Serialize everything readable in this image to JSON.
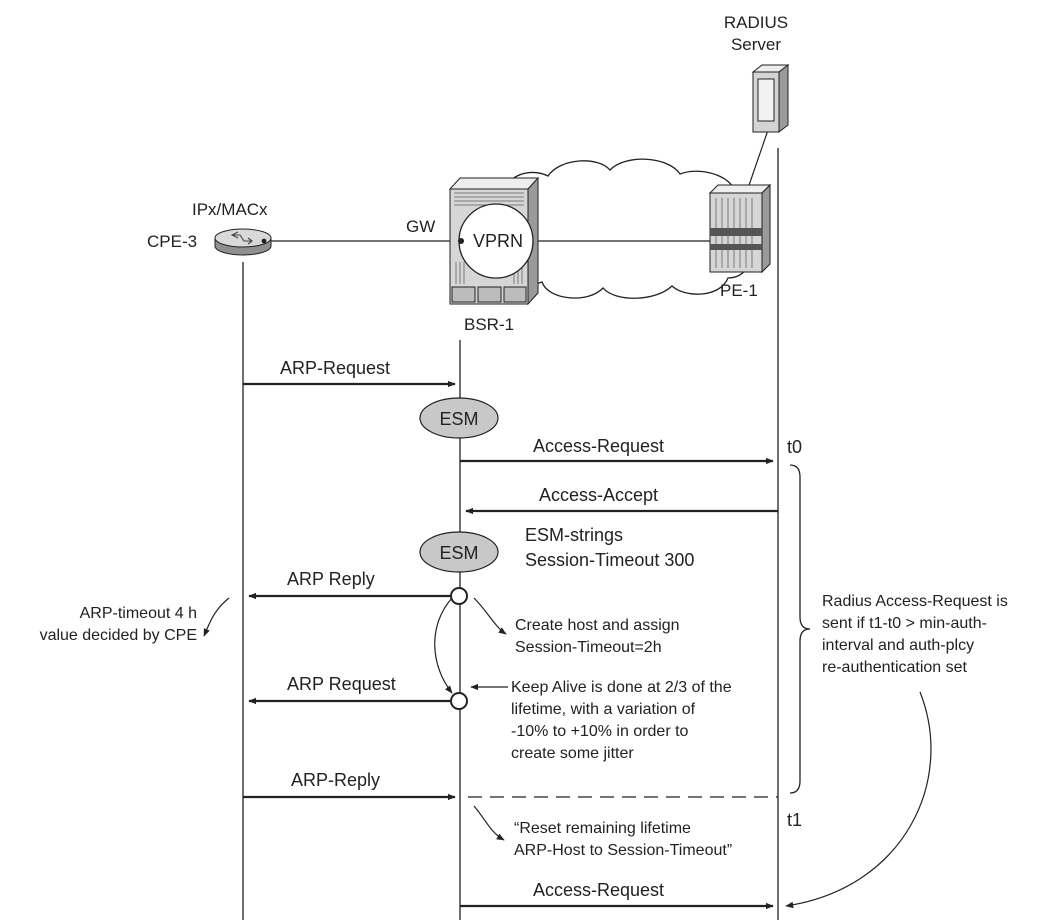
{
  "nodes": {
    "radius_label_line1": "RADIUS",
    "radius_label_line2": "Server",
    "cpe_address": "IPx/MACx",
    "cpe_label": "CPE-3",
    "gw_label": "GW",
    "vprn_label": "VPRN",
    "bsr_label": "BSR-1",
    "pe_label": "PE-1"
  },
  "messages": {
    "arp_request_1": "ARP-Request",
    "esm_1": "ESM",
    "access_request_1": "Access-Request",
    "t0": "t0",
    "access_accept": "Access-Accept",
    "esm_strings": "ESM-strings",
    "session_timeout_300": "Session-Timeout 300",
    "esm_2": "ESM",
    "arp_reply_1": "ARP Reply",
    "arp_request_2": "ARP Request",
    "arp_reply_2": "ARP-Reply",
    "t1": "t1",
    "access_request_2": "Access-Request"
  },
  "notes": {
    "arp_timeout": [
      "ARP-timeout 4 h",
      "value decided by CPE"
    ],
    "create_host": [
      "Create host and assign",
      "Session-Timeout=2h"
    ],
    "keep_alive": [
      "Keep Alive is done at 2/3 of the",
      "lifetime, with a variation of",
      "-10% to +10% in order to",
      "create some jitter"
    ],
    "reset_lifetime": [
      "“Reset remaining lifetime",
      "ARP-Host to Session-Timeout”"
    ],
    "radius_note": [
      "Radius Access-Request is",
      "sent if t1-t0 > min-auth-",
      "interval and auth-plcy",
      "re-authentication set"
    ]
  },
  "colors": {
    "line": "#222222",
    "esm_fill": "#c8c8c8",
    "device_fill": "#d9d9d9",
    "device_dark": "#a8a8a8"
  }
}
